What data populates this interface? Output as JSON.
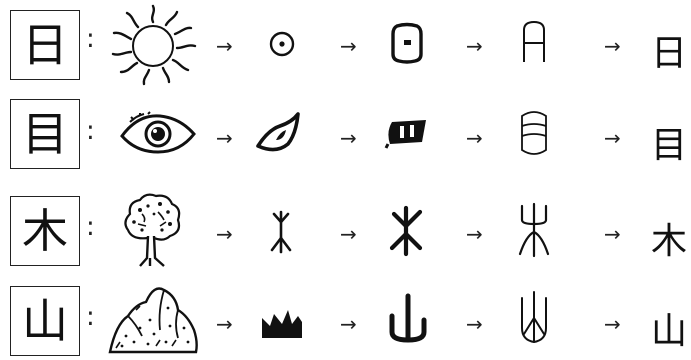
{
  "rows": [
    {
      "character": "日",
      "modern": "日",
      "pictograph": "sun-drawing",
      "stages": [
        "sun-circle-dot-glyph",
        "sun-rounded-square-glyph",
        "sun-seal-glyph"
      ]
    },
    {
      "character": "目",
      "modern": "目",
      "pictograph": "eye-drawing",
      "stages": [
        "eye-oracle-glyph",
        "eye-bronze-glyph",
        "eye-seal-glyph"
      ]
    },
    {
      "character": "木",
      "modern": "木",
      "pictograph": "tree-drawing",
      "stages": [
        "tree-oracle-glyph",
        "tree-bronze-glyph",
        "tree-seal-glyph"
      ]
    },
    {
      "character": "山",
      "modern": "山",
      "pictograph": "mountain-drawing",
      "stages": [
        "mountain-oracle-glyph",
        "mountain-bronze-glyph",
        "mountain-seal-glyph"
      ]
    }
  ],
  "separator": ":",
  "arrow": "→"
}
